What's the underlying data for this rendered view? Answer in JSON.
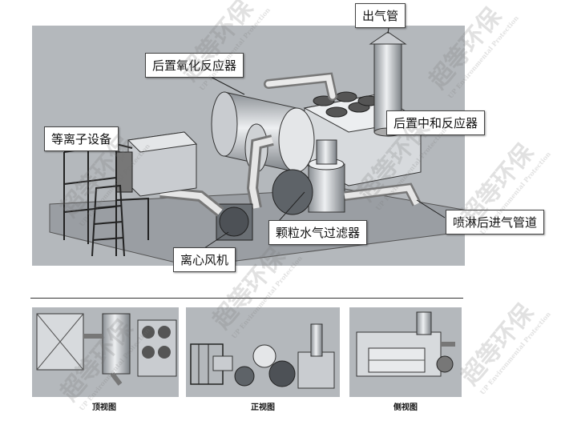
{
  "labels": {
    "exhaust_pipe": "出气管",
    "post_oxidation_reactor": "后置氧化反应器",
    "post_neutralization_reactor": "后置中和反应器",
    "plasma_equipment": "等离子设备",
    "particle_water_filter": "颗粒水气过滤器",
    "spray_inlet_duct": "喷淋后进气管道",
    "centrifugal_fan": "离心风机"
  },
  "views": {
    "top": "顶视图",
    "front": "正视图",
    "side": "侧视图"
  },
  "watermark": {
    "brand": "超等环保",
    "subtitle": "UP Environmental Protection"
  },
  "colors": {
    "render_bg": "#b4b8bc",
    "equipment_light": "#e4e6e8",
    "equipment_mid": "#c9ccd0",
    "equipment_dark": "#7c8186",
    "outline": "#222"
  }
}
